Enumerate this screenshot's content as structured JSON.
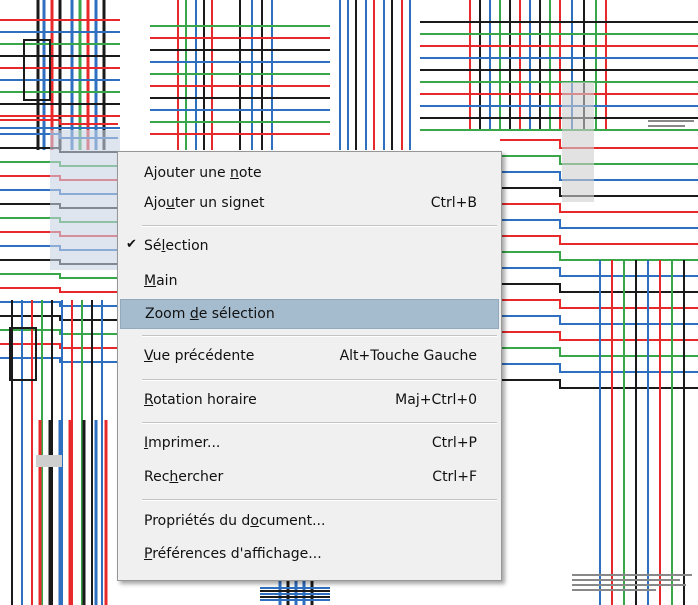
{
  "menu": {
    "items": [
      {
        "name": "menu-item-add-note",
        "pre": "Ajouter une ",
        "acc": "n",
        "post": "ote",
        "shortcut": "",
        "checked": false,
        "highlighted": false
      },
      {
        "name": "menu-item-add-bookmark",
        "pre": "Ajo",
        "acc": "u",
        "post": "ter un signet",
        "shortcut": "Ctrl+B",
        "checked": false,
        "highlighted": false
      },
      {
        "name": "menu-item-selection",
        "pre": "Sé",
        "acc": "l",
        "post": "ection",
        "shortcut": "",
        "checked": true,
        "highlighted": false
      },
      {
        "name": "menu-item-hand",
        "pre": "",
        "acc": "M",
        "post": "ain",
        "shortcut": "",
        "checked": false,
        "highlighted": false
      },
      {
        "name": "menu-item-zoom-selection",
        "pre": "Zoom ",
        "acc": "d",
        "post": "e sélection",
        "shortcut": "",
        "checked": false,
        "highlighted": true
      },
      {
        "name": "menu-item-previous-view",
        "pre": "",
        "acc": "V",
        "post": "ue précédente",
        "shortcut": "Alt+Touche Gauche",
        "checked": false,
        "highlighted": false
      },
      {
        "name": "menu-item-rotate-clockwise",
        "pre": "",
        "acc": "R",
        "post": "otation horaire",
        "shortcut": "Maj+Ctrl+0",
        "checked": false,
        "highlighted": false
      },
      {
        "name": "menu-item-print",
        "pre": "",
        "acc": "I",
        "post": "mprimer...",
        "shortcut": "Ctrl+P",
        "checked": false,
        "highlighted": false
      },
      {
        "name": "menu-item-search",
        "pre": "Rec",
        "acc": "h",
        "post": "ercher",
        "shortcut": "Ctrl+F",
        "checked": false,
        "highlighted": false
      },
      {
        "name": "menu-item-document-properties",
        "pre": "Propriétés du d",
        "acc": "o",
        "post": "cument...",
        "shortcut": "",
        "checked": false,
        "highlighted": false
      },
      {
        "name": "menu-item-display-preferences",
        "pre": "",
        "acc": "P",
        "post": "références d'affichage...",
        "shortcut": "",
        "checked": false,
        "highlighted": false
      }
    ],
    "check_glyph": "✔"
  },
  "colors": {
    "menu_bg": "#f0f0f0",
    "highlight": "#a5bccf",
    "wire_red": "#e8292b",
    "wire_blue": "#2f6fc0",
    "wire_green": "#3aa64a",
    "wire_black": "#1a1a1a"
  }
}
